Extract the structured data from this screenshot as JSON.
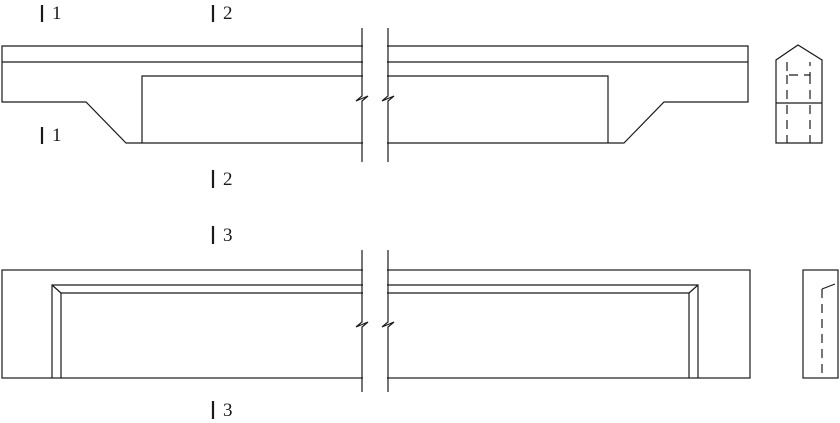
{
  "section_marks": {
    "s1_top": "1",
    "s2_top": "2",
    "s1_bottom": "1",
    "s2_bottom": "2",
    "s3_top": "3",
    "s3_bottom": "3"
  }
}
